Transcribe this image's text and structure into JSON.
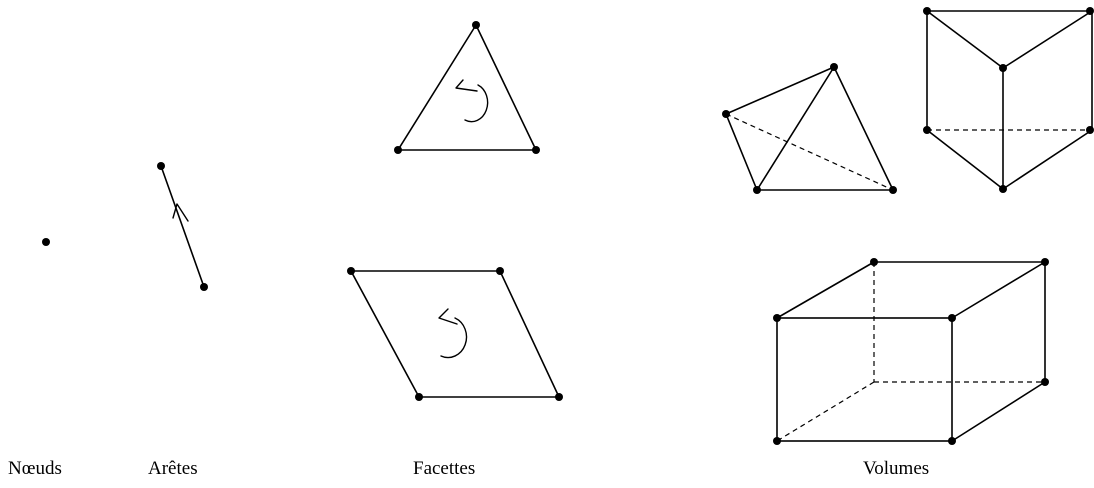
{
  "captions": {
    "nodes": "Nœuds",
    "edges": "Arêtes",
    "facets": "Facettes",
    "volumes": "Volumes"
  }
}
